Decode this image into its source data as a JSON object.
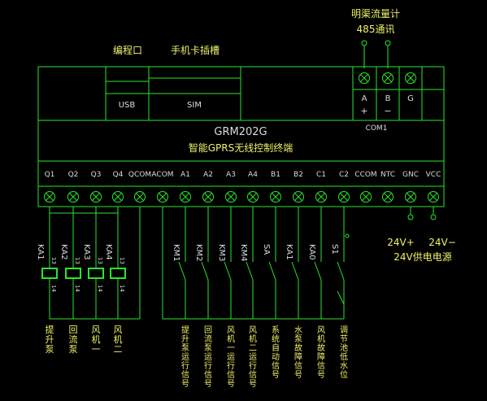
{
  "top_labels": {
    "flowmeter": "明渠流量计",
    "rs485": "485通讯",
    "prog_port": "编程口",
    "sim_slot": "手机卡插槽"
  },
  "module": {
    "usb": "USB",
    "sim": "SIM",
    "model": "GRM202G",
    "subtitle": "智能GPRS无线控制终端",
    "com": "COM1",
    "com_pins": [
      {
        "top": "A",
        "bottom": "+"
      },
      {
        "top": "B",
        "bottom": "−"
      },
      {
        "top": "G",
        "bottom": ""
      }
    ]
  },
  "terminals": [
    "Q1",
    "Q2",
    "Q3",
    "Q4",
    "QCOM",
    "ACOM",
    "A1",
    "A2",
    "A3",
    "A4",
    "B1",
    "B2",
    "C1",
    "C2",
    "CCOM",
    "NTC",
    "GNC",
    "VCC"
  ],
  "relays": [
    {
      "name": "KA1",
      "pin_top": "13",
      "pin_bottom": "14",
      "label": "提升泵"
    },
    {
      "name": "KA2",
      "pin_top": "13",
      "pin_bottom": "14",
      "label": "回流泵"
    },
    {
      "name": "KA3",
      "pin_top": "13",
      "pin_bottom": "14",
      "label": "风机一"
    },
    {
      "name": "KA4",
      "pin_top": "13",
      "pin_bottom": "14",
      "label": "风机二"
    }
  ],
  "inputs": [
    {
      "name": "KM1",
      "label": "提升泵运行信号"
    },
    {
      "name": "KM2",
      "label": "回流泵运行信号"
    },
    {
      "name": "KM3",
      "label": "风机一运行信号"
    },
    {
      "name": "KM4",
      "label": "风机二运行信号"
    },
    {
      "name": "SA",
      "label": "系统自动信号"
    },
    {
      "name": "KA1",
      "label": "水泵故障信号"
    },
    {
      "name": "KA0",
      "label": "风机故障信号"
    },
    {
      "name": "S1",
      "label": "调节池低水位"
    }
  ],
  "power": {
    "plus": "24V+",
    "minus": "24V−",
    "label": "24V供电电源"
  },
  "colors": {
    "line": "#27e827",
    "text": "#dcdcdc",
    "label_yellow": "#f0f06a"
  }
}
